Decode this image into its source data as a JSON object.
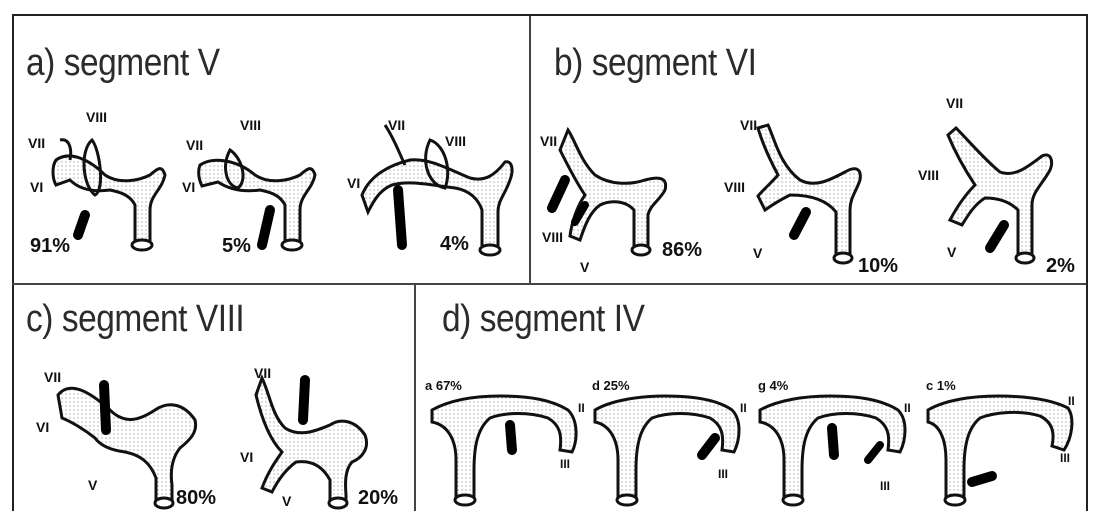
{
  "panels": {
    "a": {
      "title": "a) segment V",
      "variants": [
        {
          "percent": "91%",
          "labels": [
            "VIII",
            "VII",
            "VI"
          ]
        },
        {
          "percent": "5%",
          "labels": [
            "VIII",
            "VII",
            "VI"
          ]
        },
        {
          "percent": "4%",
          "labels": [
            "VII",
            "VIII",
            "VI"
          ]
        }
      ]
    },
    "b": {
      "title": "b) segment VI",
      "variants": [
        {
          "percent": "86%",
          "labels": [
            "VII",
            "VIII",
            "V"
          ]
        },
        {
          "percent": "10%",
          "labels": [
            "VII",
            "VIII",
            "V"
          ]
        },
        {
          "percent": "2%",
          "labels": [
            "VII",
            "VIII",
            "V"
          ]
        }
      ]
    },
    "c": {
      "title": "c) segment VIII",
      "variants": [
        {
          "percent": "80%",
          "labels": [
            "VII",
            "VI",
            "V"
          ]
        },
        {
          "percent": "20%",
          "labels": [
            "VII",
            "VI",
            "V"
          ]
        }
      ]
    },
    "d": {
      "title": "d) segment IV",
      "variants": [
        {
          "caption": "a 67%",
          "labels": [
            "II",
            "III"
          ]
        },
        {
          "caption": "d 25%",
          "labels": [
            "II",
            "III"
          ]
        },
        {
          "caption": "g 4%",
          "labels": [
            "II",
            "III"
          ]
        },
        {
          "caption": "c 1%",
          "labels": [
            "II",
            "III"
          ]
        }
      ]
    }
  }
}
